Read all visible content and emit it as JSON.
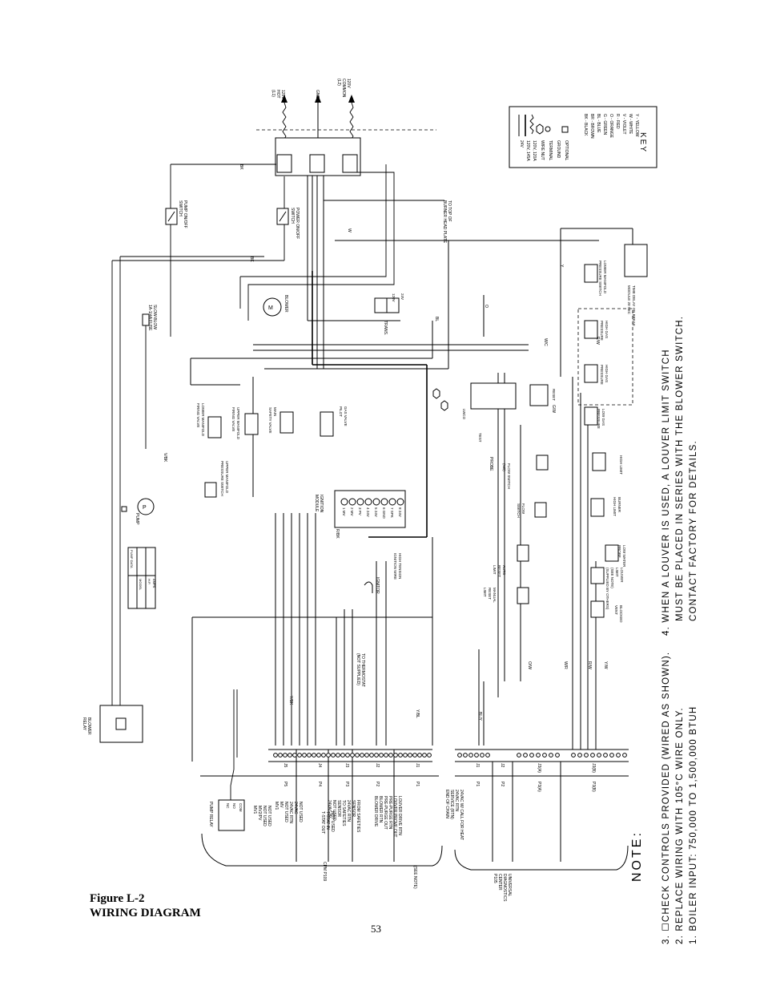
{
  "figure": {
    "number": "Figure L-2",
    "title": "WIRING DIAGRAM",
    "page": "53"
  },
  "supply": {
    "hot": [
      "120V",
      "HOT",
      "(L1)"
    ],
    "gnd": "GND",
    "common": [
      "120V",
      "COMMON",
      "(L2)"
    ]
  },
  "key": {
    "title": "KEY",
    "lines": [
      "24V",
      "120V, 145A",
      "120V, 120A",
      "WIRE NUT",
      "TERMINAL",
      "GROUND",
      "OPTIONAL"
    ],
    "colors": [
      "BK - BLACK",
      "BR - BROWN",
      "BL - BLUE",
      "G - GREEN",
      "O - ORANGE",
      "R - RED",
      "V - VIOLET",
      "W - WHITE",
      "Y - YELLOW"
    ]
  },
  "notes": {
    "heading": "NOTE:",
    "items": [
      "1. BOILER INPUT: 750,000 TO 1,500,000 BTUH",
      "2. REPLACE WIRING WITH 105°C WIRE ONLY.",
      "3. ☐CHECK CONTROLS PROVIDED (WIRED AS SHOWN).",
      "4. WHEN A LOUVER IS USED, A LOUVER LIMIT SWITCH",
      "MUST BE PLACED IN SERIES WITH THE BLOWER SWITCH.",
      "CONTACT FACTORY FOR DETAILS."
    ]
  },
  "components": {
    "power_switch": [
      "POWER ON/OFF",
      "SWITCH"
    ],
    "pump_switch": [
      "PUMP ON/OFF",
      "SWITCH"
    ],
    "burner_plate": [
      "TO TOP OF",
      "BURNER HEAD PLATE"
    ],
    "blower": "BLOWER",
    "slow_blow": [
      "SLOW-BLOW",
      "1A-1/4A FUSE"
    ],
    "transformer": [
      "TRANS.",
      "120V",
      "24V"
    ],
    "blower_relay": [
      "BLOWER",
      "RELAY"
    ],
    "pump": "PUMP",
    "pump_data": [
      "PUMP DATA",
      "MODEL",
      "H.P.",
      "AMPS"
    ],
    "pump_relay": [
      "PUMP RELAY",
      "NC",
      "NO",
      "COM"
    ],
    "lower_manifold_valve": [
      "LOWER MANIFOLD",
      "FIRING VALVE"
    ],
    "upper_manifold_valve": [
      "UPPER MANIFOLD",
      "FIRING VALVE"
    ],
    "main_safety_valve": [
      "MAIN",
      "SAFETY VALVE"
    ],
    "gas_valve": [
      "GAS VALVE",
      "PILOT"
    ],
    "upper_manifold_switch": [
      "UPPER MANIFOLD",
      "PRESSURE SWITCH"
    ],
    "lower_manifold_switch": [
      "LOWER MANIFOLD",
      "PRESSURE SWITCH"
    ],
    "time_delay": [
      "TIME DELAY ON BREAK",
      "MODULE 20 SEC"
    ],
    "ignition_module": {
      "title": [
        "IGNITION",
        "MODULE"
      ],
      "terminals": [
        "1 MV",
        "2 MV",
        "3 PV",
        "4 24V",
        "5 24V",
        "6 GND",
        "7 SPK",
        "8 24V"
      ]
    },
    "igniter": "IGNITOR",
    "ignition_wire": [
      "HIGH TENSION",
      "IGNITION WIRE"
    ],
    "thermostat": [
      "TO THERMOSTAT",
      "(NOT SUPPLIED)"
    ],
    "lwco": [
      "LWCO",
      "RESET",
      "TEST"
    ],
    "probe": "PROBE",
    "flow_switch": [
      "FLOW SWITCH",
      "(NO)"
    ],
    "low_gas": [
      "LOW GAS",
      "PRESSURE",
      "(NC)"
    ],
    "high_gas": [
      "HIGH GAS",
      "PRESSURE",
      "(NC)"
    ],
    "high_limit": [
      "HIGH LIMIT",
      "(NC)"
    ],
    "burner_high_limit": [
      "BURNER",
      "HIGH LIMIT",
      "(NC)"
    ],
    "flow_sw2": [
      "FLOW",
      "SWITCH",
      "(NO)"
    ],
    "auto_reset": [
      "AUTO",
      "RESET",
      "LIMIT",
      "(NC)"
    ],
    "manual_reset": [
      "MANUAL",
      "RESET",
      "LIMIT",
      "(NC)"
    ],
    "louver_limit": [
      "LOUVER",
      "LIMIT",
      "(SEE NOTE)",
      "(SUPPLIED BY OTHERS)"
    ],
    "low_water": [
      "LOW WATER",
      "PROBE",
      "(NO)"
    ],
    "blocked_vent": [
      "BLOCKED",
      "VENT",
      "(NC)"
    ],
    "cpm": "CPM P109",
    "udc": [
      "UNIVERSAL",
      "DIAGNOSTICS",
      "CENTER",
      "P105"
    ],
    "see_note": "(SEE NOTE)"
  },
  "cpm_rows": [
    {
      "plug": "P5",
      "jack": "J5",
      "pins": [
        "NOT USED",
        "NOT USED",
        "MV2/PV",
        "MV1"
      ]
    },
    {
      "plug": "P4",
      "jack": "J4",
      "pins": [
        "NOT USED",
        "24VAC",
        "24VAC RTN",
        "NOT USED",
        "MV",
        "MV1"
      ]
    },
    {
      "plug": "P3",
      "jack": "J3",
      "pins": [
        "NOT USED",
        "T-STAT IN",
        "T-STAT OUT"
      ]
    },
    {
      "plug": "P2",
      "jack": "J2",
      "pins": [
        "FROM SAFETIES",
        "SENSOR",
        "24VAC RTN",
        "TO SAFETIES",
        "SENSOR",
        "NOT USED",
        "24VAC IN"
      ]
    },
    {
      "plug": "P1",
      "jack": "J1",
      "pins": [
        "LOUVER DRIVE RTN",
        "LOUVER PROVE OUT",
        "PRE-PURGE RTN",
        "PRE-PURGE OUT",
        "BLOWER RTN",
        "BLOWER DRIVE"
      ]
    }
  ],
  "udc_rows": [
    {
      "plug": "P1",
      "jack": "J1",
      "pins": [
        "24VAC W/ CALL FOR HEAT",
        "24VAC RTN",
        "SERVICE (RTN)",
        "END OF CHAIN"
      ]
    },
    {
      "plug": "P2",
      "jack": "J2",
      "pins": []
    },
    {
      "plug": "P3(A)",
      "jack": "J3(A)",
      "pins": []
    },
    {
      "plug": "P3(B)",
      "jack": "J3(B)",
      "pins": []
    }
  ],
  "wire_labels": [
    "BK",
    "BK",
    "W",
    "O",
    "BL",
    "Y",
    "R",
    "G/W",
    "V/BK",
    "R/BK",
    "Y/BK",
    "O/W",
    "W/R",
    "R/W",
    "Y/W",
    "BL/Y",
    "BL/W",
    "W/C",
    "Y/BL",
    "R/W"
  ]
}
